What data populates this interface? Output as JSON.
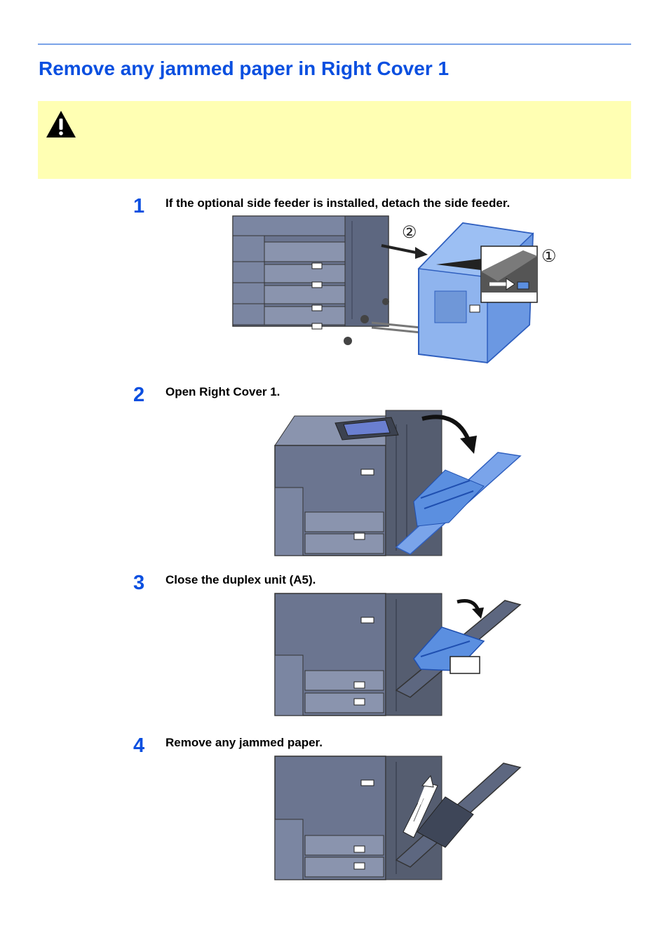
{
  "title": "Remove any jammed paper in Right Cover 1",
  "warning": {
    "icon": "warning-triangle-icon",
    "background": "#ffffb3"
  },
  "colors": {
    "accent": "#0a4fe0",
    "rule": "#7aa3e8",
    "machine": "#6b7590",
    "highlight": "#5b8fe0"
  },
  "steps": [
    {
      "number": "1",
      "text": "If the optional side feeder is installed, detach the side feeder.",
      "callouts": [
        "②",
        "①"
      ]
    },
    {
      "number": "2",
      "text": "Open Right Cover 1."
    },
    {
      "number": "3",
      "text": "Close the duplex unit (A5)."
    },
    {
      "number": "4",
      "text": "Remove any jammed paper."
    }
  ]
}
